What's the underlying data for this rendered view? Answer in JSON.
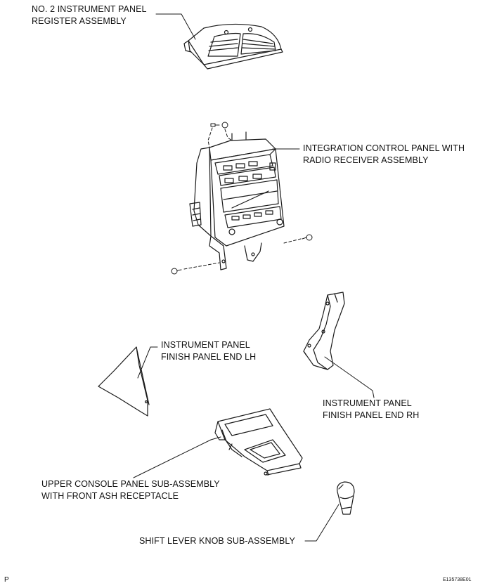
{
  "labels": {
    "register": [
      "NO. 2 INSTRUMENT PANEL",
      "REGISTER ASSEMBLY"
    ],
    "integration": [
      "INTEGRATION CONTROL PANEL WITH",
      "RADIO RECEIVER ASSEMBLY"
    ],
    "end_lh": [
      "INSTRUMENT PANEL",
      "FINISH PANEL END LH"
    ],
    "end_rh": [
      "INSTRUMENT PANEL",
      "FINISH PANEL END RH"
    ],
    "console": [
      "UPPER CONSOLE PANEL SUB-ASSEMBLY",
      "WITH FRONT ASH RECEPTACLE"
    ],
    "shift_knob": "SHIFT LEVER KNOB SUB-ASSEMBLY"
  },
  "footer": {
    "page_mark": "P",
    "figure_id": "E135738E01"
  }
}
